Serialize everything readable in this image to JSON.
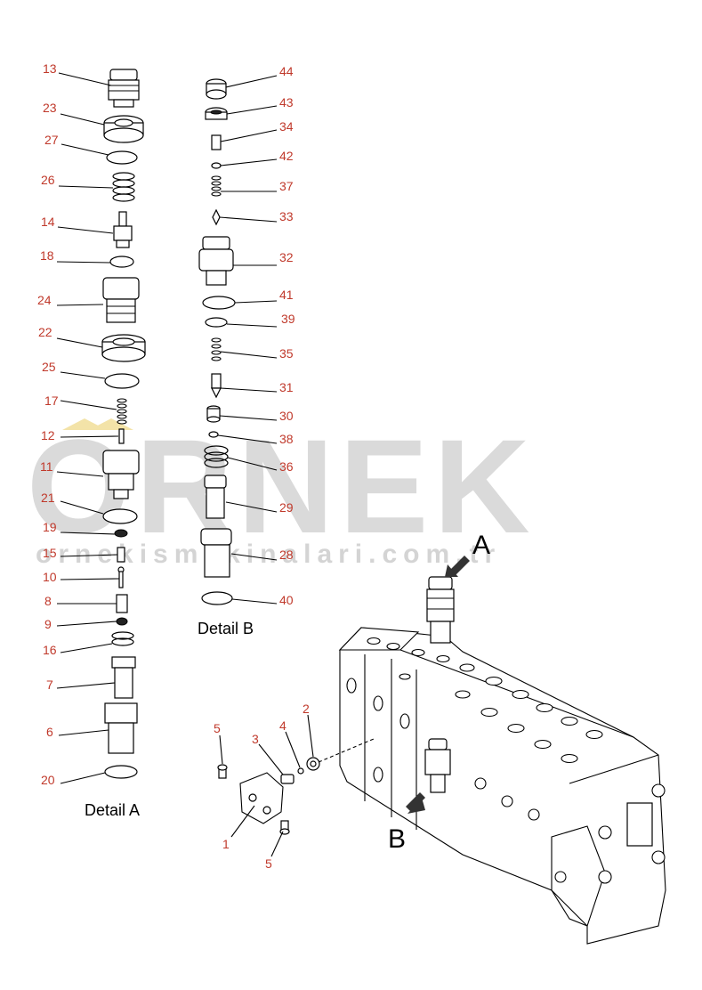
{
  "watermark": {
    "main": "ORNEK",
    "sub": "ornekismakinalari.com.tr"
  },
  "detail_a": {
    "label": "Detail A",
    "callouts": [
      "13",
      "23",
      "27",
      "26",
      "14",
      "18",
      "24",
      "22",
      "25",
      "17",
      "12",
      "11",
      "21",
      "19",
      "15",
      "10",
      "8",
      "9",
      "16",
      "7",
      "6",
      "20"
    ]
  },
  "detail_b": {
    "label": "Detail B",
    "callouts": [
      "44",
      "43",
      "34",
      "42",
      "37",
      "33",
      "32",
      "41",
      "39",
      "35",
      "31",
      "30",
      "38",
      "36",
      "29",
      "28",
      "40"
    ]
  },
  "assembly": {
    "view_a": "A",
    "view_b": "B",
    "callouts": [
      "5",
      "3",
      "4",
      "2",
      "1",
      "5"
    ]
  },
  "colors": {
    "callout": "#c0392b",
    "watermark": "#d4d4d4",
    "line": "#000000"
  }
}
